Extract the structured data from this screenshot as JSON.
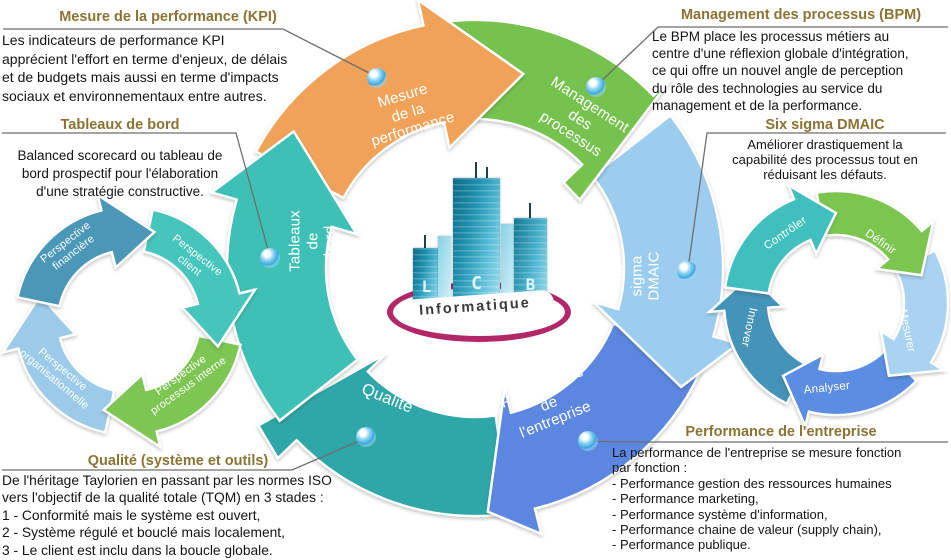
{
  "callouts": {
    "kpi": {
      "title": "Mesure de la performance (KPI)",
      "body": "Les indicateurs de performance KPI\napprécient l'effort en terme d'enjeux, de délais\net de budgets mais aussi en terme d'impacts\nsociaux et environnementaux entre autres."
    },
    "bpm": {
      "title": "Management des processus (BPM)",
      "body": "Le BPM place les processus métiers au\ncentre d'une réflexion globale d'intégration,\nce qui offre un nouvel angle de perception\ndu rôle des technologies au service du\nmanagement et de la performance."
    },
    "dashboards": {
      "title": "Tableaux de bord",
      "body": "Balanced scorecard ou tableau de\nbord prospectif pour l'élaboration\nd'une stratégie constructive."
    },
    "six_sigma": {
      "title": "Six sigma DMAIC",
      "body": "Améliorer drastiquement la\ncapabilité des processus tout en\nréduisant les défauts."
    },
    "quality": {
      "title": "Qualité (système et outils)",
      "body": "De l'héritage Taylorien en passant par les normes ISO\nvers l'objectif de la qualité totale (TQM) en 3 stades :\n 1 - Conformité mais le système est ouvert,\n 2 - Système régulé et bouclé mais localement,\n 3 - Le client est inclu dans la boucle globale."
    },
    "enterprise_performance": {
      "title": "Performance de l'entreprise",
      "body": "La performance de l'entreprise se mesure fonction\npar fonction :\n - Performance gestion des ressources humaines\n - Performance marketing,\n - Performance système d'information,\n - Performance chaine de valeur (supply chain),\n - Performance publique."
    }
  },
  "main_cycle": {
    "arrows": [
      {
        "label": "Mesure\nde la\nperformance",
        "color": "#F0A259"
      },
      {
        "label": "Management\ndes\nprocessus",
        "color": "#76C24E"
      },
      {
        "label": "Six\nsigma\nDMAIC",
        "color": "#9CCDEE"
      },
      {
        "label": "Performance\nde\nl'entreprise",
        "color": "#5B87E0"
      },
      {
        "label": "Qualité",
        "color": "#2FA7A8"
      },
      {
        "label": "Tableaux\nde\nbord",
        "color": "#3FC0B7"
      }
    ]
  },
  "scorecard_cycle": {
    "arrows": [
      {
        "label": "Perspective\nfinancière",
        "color": "#4A97B8"
      },
      {
        "label": "Perspective\nclient",
        "color": "#46C5BD"
      },
      {
        "label": "Perspective\nprocessus interne",
        "color": "#7DC653"
      },
      {
        "label": "Perspective\norganisationnelle",
        "color": "#9CCAE9"
      }
    ]
  },
  "dmaic_cycle": {
    "arrows": [
      {
        "label": "Contrôler",
        "color": "#40BFBE"
      },
      {
        "label": "Définir",
        "color": "#7CC64F"
      },
      {
        "label": "Mesurer",
        "color": "#A9D3F1"
      },
      {
        "label": "Analyser",
        "color": "#5B8DE2"
      },
      {
        "label": "Innover",
        "color": "#4493B8"
      }
    ]
  },
  "logo": {
    "letters": [
      "L",
      "C",
      "B"
    ],
    "name": "Informatique"
  }
}
